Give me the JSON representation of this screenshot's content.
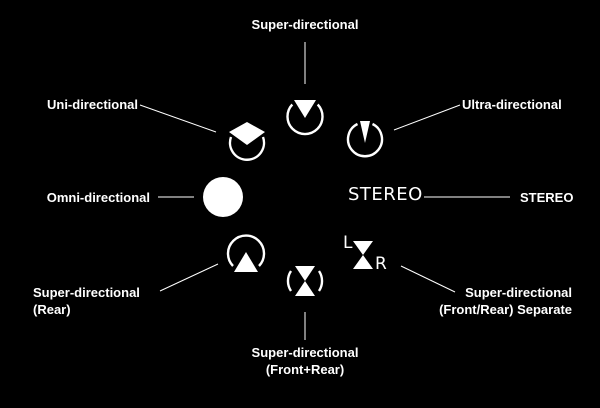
{
  "colors": {
    "background": "#000000",
    "foreground": "#ffffff"
  },
  "modes": {
    "super_directional": {
      "label": "Super-directional",
      "icon": "super-directional-pattern-icon"
    },
    "ultra_directional": {
      "label": "Ultra-directional",
      "icon": "ultra-directional-pattern-icon"
    },
    "uni_directional": {
      "label": "Uni-directional",
      "icon": "uni-directional-pattern-icon"
    },
    "omni_directional": {
      "label": "Omni-directional",
      "icon": "omni-directional-pattern-icon"
    },
    "stereo": {
      "label": "STEREO",
      "icon_text": "STEREO"
    },
    "super_directional_rear": {
      "label_line1": "Super-directional",
      "label_line2": "(Rear)",
      "icon": "super-directional-rear-pattern-icon"
    },
    "super_directional_front_rear": {
      "label_line1": "Super-directional",
      "label_line2": "(Front+Rear)",
      "icon": "super-directional-front-rear-pattern-icon"
    },
    "super_directional_separate": {
      "label_line1": "Super-directional",
      "label_line2": "(Front/Rear) Separate",
      "icon": "super-directional-separate-pattern-icon",
      "left_letter": "L",
      "right_letter": "R"
    }
  }
}
